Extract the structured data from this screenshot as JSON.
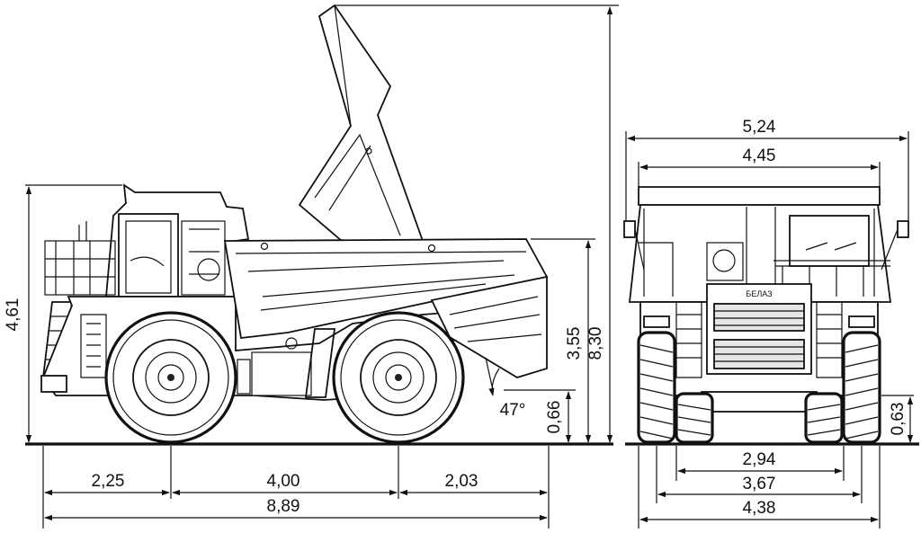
{
  "diagram": {
    "side_view": {
      "overall_length": "8,89",
      "front_overhang": "2,25",
      "wheelbase": "4,00",
      "rear_overhang": "2,03",
      "cab_height": "4,61",
      "body_height": "3,55",
      "raised_body_height": "8,30",
      "rear_clearance": "0,66",
      "dump_angle": "47°"
    },
    "front_view": {
      "mirror_width": "5,24",
      "body_width": "4,45",
      "ground_clearance": "0,63",
      "inner_track": "2,94",
      "track": "3,67",
      "overall_width": "4,38"
    },
    "nameplate": "БЕЛАЗ"
  }
}
